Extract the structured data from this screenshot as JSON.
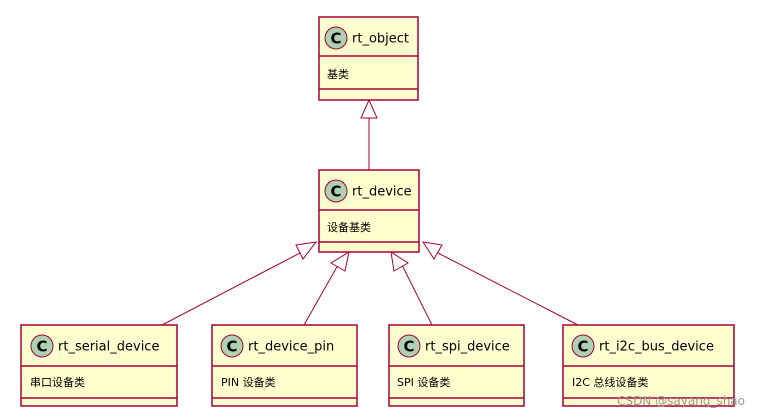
{
  "classes": {
    "rt_object": {
      "stereotype": "C",
      "name": "rt_object",
      "description": "基类"
    },
    "rt_device": {
      "stereotype": "C",
      "name": "rt_device",
      "description": "设备基类"
    },
    "rt_serial_device": {
      "stereotype": "C",
      "name": "rt_serial_device",
      "description": "串口设备类"
    },
    "rt_device_pin": {
      "stereotype": "C",
      "name": "rt_device_pin",
      "description": "PIN 设备类"
    },
    "rt_spi_device": {
      "stereotype": "C",
      "name": "rt_spi_device",
      "description": "SPI 设备类"
    },
    "rt_i2c_bus_device": {
      "stereotype": "C",
      "name": "rt_i2c_bus_device",
      "description": "I2C 总线设备类"
    }
  },
  "relations": [
    {
      "type": "inheritance",
      "from": "rt_device",
      "to": "rt_object"
    },
    {
      "type": "inheritance",
      "from": "rt_serial_device",
      "to": "rt_device"
    },
    {
      "type": "inheritance",
      "from": "rt_device_pin",
      "to": "rt_device"
    },
    {
      "type": "inheritance",
      "from": "rt_spi_device",
      "to": "rt_device"
    },
    {
      "type": "inheritance",
      "from": "rt_i2c_bus_device",
      "to": "rt_device"
    }
  ],
  "colors": {
    "class_fill": "#fefece",
    "class_border": "#a80036",
    "stereotype_circle": "#add1b2",
    "edge": "#a80036",
    "watermark": "#9a9a9a"
  },
  "watermark": "CSDN @sayang_shao"
}
